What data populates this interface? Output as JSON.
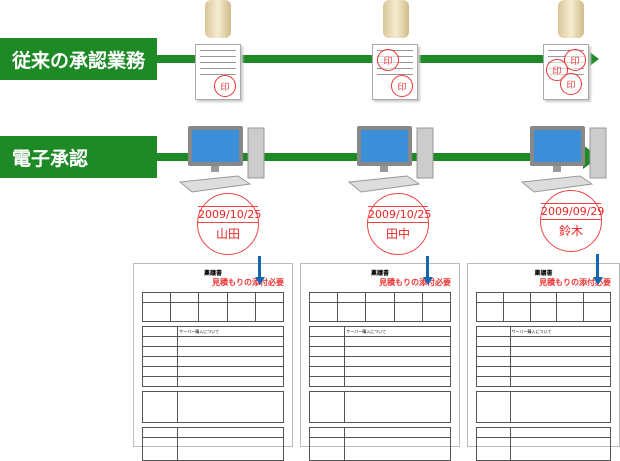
{
  "rows": {
    "traditional_label": "従来の承認業務",
    "electronic_label": "電子承認"
  },
  "paper_seal": "印",
  "stamps": [
    {
      "date": "2009/10/25",
      "name": "山田"
    },
    {
      "date": "2009/10/25",
      "name": "田中"
    },
    {
      "date": "2009/09/29",
      "name": "鈴木"
    }
  ],
  "document": {
    "title": "稟議書",
    "requirement": "見積もりの添付必要",
    "subject": "サーバー購入について"
  },
  "colors": {
    "green": "#1e8a26",
    "stamp_red": "#e22",
    "arrow_blue": "#1766b0"
  }
}
